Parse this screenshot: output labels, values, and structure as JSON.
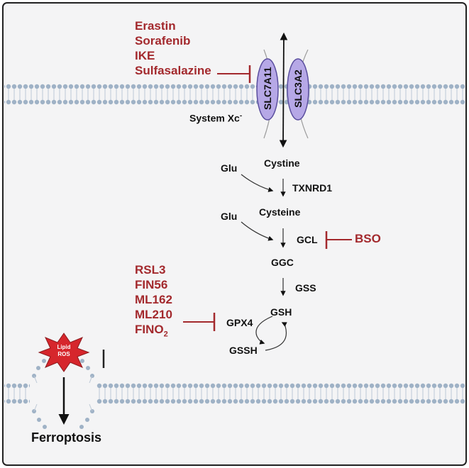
{
  "colors": {
    "background": "#f4f4f5",
    "frame": "#222222",
    "membrane_head": "#9fb2c6",
    "membrane_tail": "#bdc9d6",
    "transporter_fill": "#b6a8e6",
    "transporter_stroke": "#5a4e9e",
    "inhibitor": "#a3292d",
    "text": "#111111",
    "ros_fill": "#d6262c"
  },
  "transporter": {
    "subunit_a": "SLC7A11",
    "subunit_b": "SLC3A2",
    "system_label": "System Xc",
    "system_sup": "-"
  },
  "system_xc_inhibitors": [
    "Erastin",
    "Sorafenib",
    "IKE",
    "Sulfasalazine"
  ],
  "pathway": {
    "cystine": "Cystine",
    "glu_1": "Glu",
    "txnrd1": "TXNRD1",
    "cysteine": "Cysteine",
    "glu_2": "Glu",
    "gcl": "GCL",
    "bso": "BSO",
    "ggc": "GGC",
    "gss": "GSS",
    "gsh": "GSH",
    "gpx4": "GPX4",
    "gssh": "GSSH"
  },
  "gpx4_inhibitors": {
    "items": [
      "RSL3",
      "FIN56",
      "ML162",
      "ML210"
    ],
    "fino_base": "FINO",
    "fino_sub": "2"
  },
  "lipid_ros": {
    "line1": "Lipid",
    "line2": "ROS"
  },
  "outcome": "Ferroptosis"
}
